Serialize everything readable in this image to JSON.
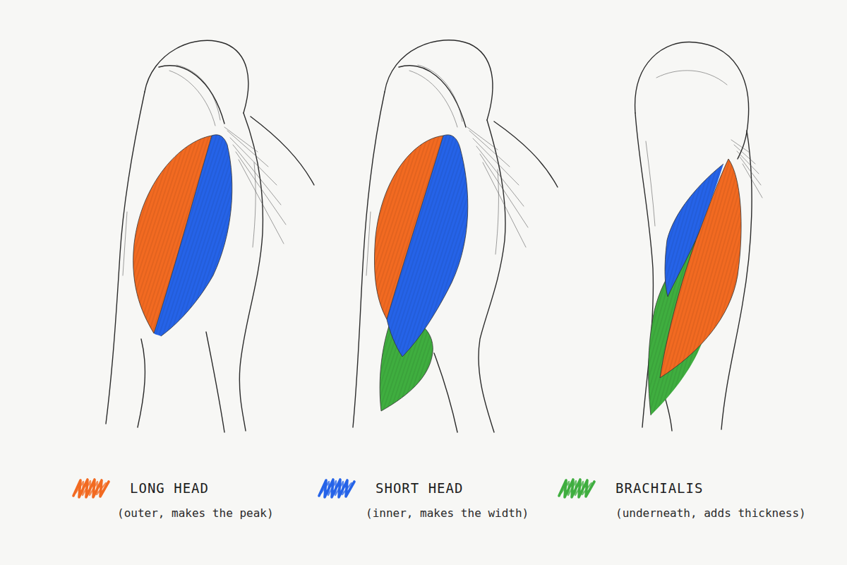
{
  "diagram": {
    "labels": [
      "(outer, makes the peak)",
      "(inner, makes the width)",
      "(underneath, adds thickness)"
    ],
    "legend": [
      {
        "text": "LONG HEAD",
        "color": "#f26a21"
      },
      {
        "text": "SHORT HEAD",
        "color": "#2563e8"
      },
      {
        "text": "BRACHIALIS",
        "color": "#3fae3f"
      }
    ]
  }
}
